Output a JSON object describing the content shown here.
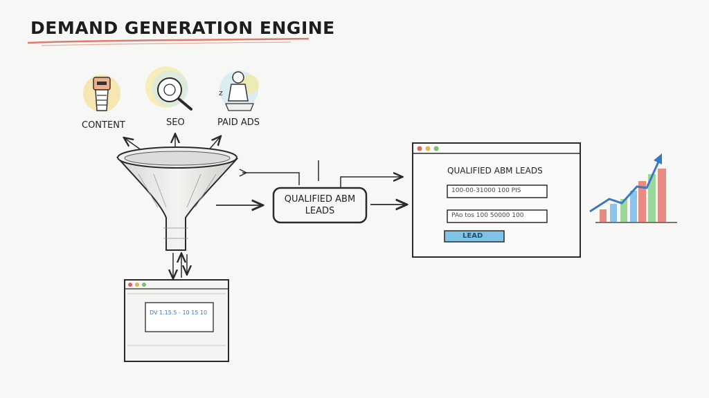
{
  "title": "DEMAND GENERATION ENGINE",
  "colors": {
    "title_underline": "#e07a6a",
    "ink": "#2a2a2a",
    "accent_blue": "#3a78c2",
    "button_blue": "#7fc4e8",
    "bar_red": "#e8786e",
    "bar_green": "#8cd08a",
    "bar_blue": "#7ab8e8"
  },
  "sources": [
    {
      "label": "CONTENT",
      "icon": "content-icon"
    },
    {
      "label": "SEO",
      "icon": "magnifier-icon"
    },
    {
      "label": "PAID ADS",
      "icon": "person-ads-icon"
    }
  ],
  "qualified_box": {
    "line1": "QUALIFIED ABM",
    "line2": "LEADS"
  },
  "form_window": {
    "heading": "QUALIFIED ABM LEADS",
    "field1": "100-00-31000 100 PIS",
    "field2": "PAo tos 100 50000 100",
    "button": "LEAD"
  },
  "small_window": {
    "text": "DV 1.15.5 - 10 15 10"
  },
  "chart_icon": "growth-chart-icon"
}
